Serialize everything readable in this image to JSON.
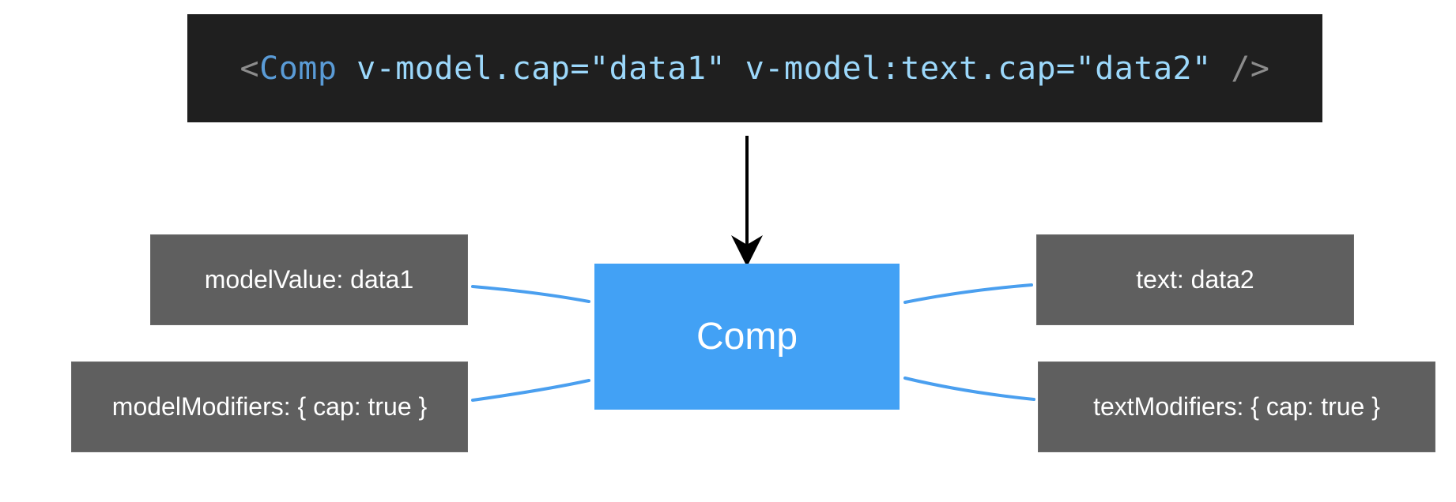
{
  "code": {
    "open": "<",
    "component": "Comp",
    "directive1": "v-model.cap=\"data1\"",
    "directive2": "v-model:text.cap=\"data2\"",
    "close": "/>"
  },
  "component_box": {
    "label": "Comp"
  },
  "props": {
    "model_value": "modelValue: data1",
    "model_modifiers": "modelModifiers: { cap: true }",
    "text": "text: data2",
    "text_modifiers": "textModifiers: { cap: true }"
  },
  "colors": {
    "code_background": "#1f1f1f",
    "component_fill": "#42a1f5",
    "prop_box_fill": "#5f5f5f",
    "connector_line": "#4a9fef",
    "arrow": "#000000"
  }
}
